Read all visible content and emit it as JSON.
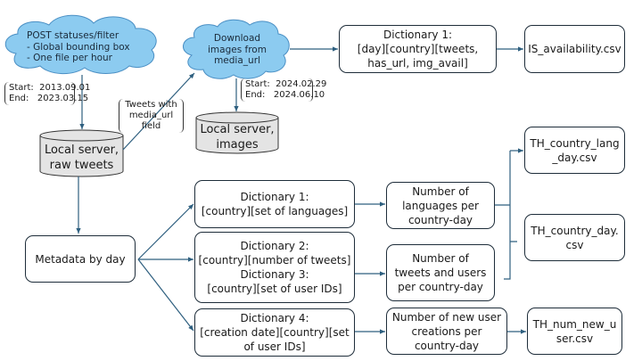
{
  "collection": {
    "api_cloud": {
      "lines": "POST statuses/filter\n - Global bounding box\n  - One file per hour"
    },
    "api_dates": {
      "start": "Start:  2013.09.01",
      "end": "End:   2023.03.15"
    },
    "raw_store": {
      "label": "Local server,\nraw tweets"
    },
    "media_filter_label": "Tweets with\nmedia_url field",
    "download_cloud": {
      "lines": "Download\nimages from\nmedia_url"
    },
    "download_dates": {
      "start": "Start:  2024.02.29",
      "end": "End:   2024.06.10"
    },
    "image_store": {
      "label": "Local server,\nimages"
    }
  },
  "image_branch": {
    "dictionary": "Dictionary 1:\n[day][country][tweets,\nhas_url, img_avail]",
    "output": "IS_availability.csv"
  },
  "metadata": {
    "label": "Metadata by day"
  },
  "dictionaries": [
    "Dictionary 1:\n[country][set of languages]",
    "Dictionary 2:\n[country][number of tweets]\nDictionary 3:\n[country][set of user IDs]",
    "Dictionary 4:\n[creation date][country][set\nof user IDs]"
  ],
  "measures": [
    "Number of\nlanguages per\ncountry-day",
    "Number of\ntweets and users\nper country-day",
    "Number of new user\ncreations per\ncountry-day"
  ],
  "outputs": [
    "TH_country_lang\n_day.csv",
    "TH_country_day.\ncsv",
    "TH_num_new_u\nser.csv"
  ],
  "colors": {
    "cloud_fill": "#8ccbf0",
    "cloud_stroke": "#4a8fc4",
    "cylinder_fill": "#e4e4e4",
    "arrow": "#2e5f7f",
    "box_border": "#1e2d3a"
  }
}
